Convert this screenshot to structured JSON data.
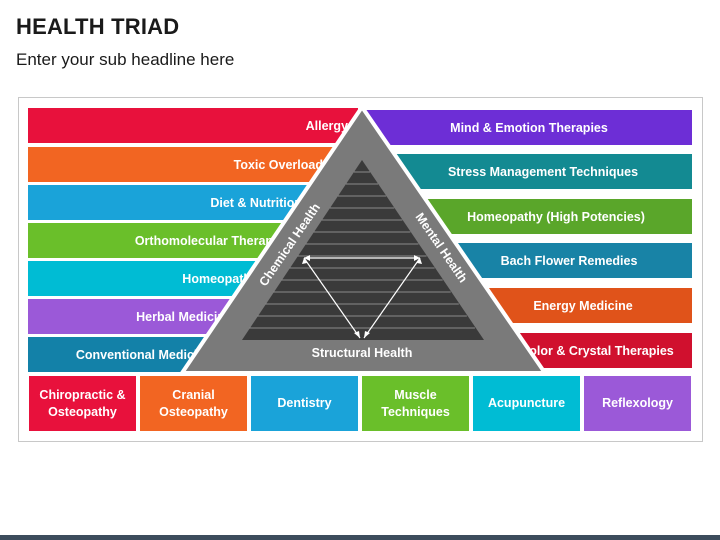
{
  "header": {
    "title": "HEALTH TRIAD",
    "subtitle": "Enter your sub headline here"
  },
  "left_bars": [
    {
      "label": "Allergy",
      "color": "#e8113c"
    },
    {
      "label": "Toxic Overload",
      "color": "#f26522"
    },
    {
      "label": "Diet & Nutrition",
      "color": "#1aa3d9"
    },
    {
      "label": "Orthomolecular Therapy",
      "color": "#6abf2a"
    },
    {
      "label": "Homeopathy",
      "color": "#00bcd4"
    },
    {
      "label": "Herbal Medicine",
      "color": "#9b59d8"
    },
    {
      "label": "Conventional Medicine",
      "color": "#1381a8"
    }
  ],
  "right_bars": [
    {
      "label": "Mind & Emotion Therapies",
      "color": "#6d2ed6"
    },
    {
      "label": "Stress Management Techniques",
      "color": "#138a92"
    },
    {
      "label": "Homeopathy (High Potencies)",
      "color": "#5aa62a"
    },
    {
      "label": "Bach Flower Remedies",
      "color": "#1883a6"
    },
    {
      "label": "Energy Medicine",
      "color": "#e0531a"
    },
    {
      "label": "Color & Crystal Therapies",
      "color": "#d0102e"
    }
  ],
  "bottom_boxes": [
    {
      "label": "Chiropractic &\nOsteopathy",
      "color": "#e8113c"
    },
    {
      "label": "Cranial\nOsteopathy",
      "color": "#f26522"
    },
    {
      "label": "Dentistry",
      "color": "#1aa3d9"
    },
    {
      "label": "Muscle\nTechniques",
      "color": "#6abf2a"
    },
    {
      "label": "Acupuncture",
      "color": "#00bcd4"
    },
    {
      "label": "Reflexology",
      "color": "#9b59d8"
    }
  ],
  "triangle": {
    "left_label": "Chemical Health",
    "right_label": "Mental Health",
    "base_label": "Structural Health",
    "outer_color": "#7a7a7a",
    "inner_color": "#3a3a3a"
  }
}
